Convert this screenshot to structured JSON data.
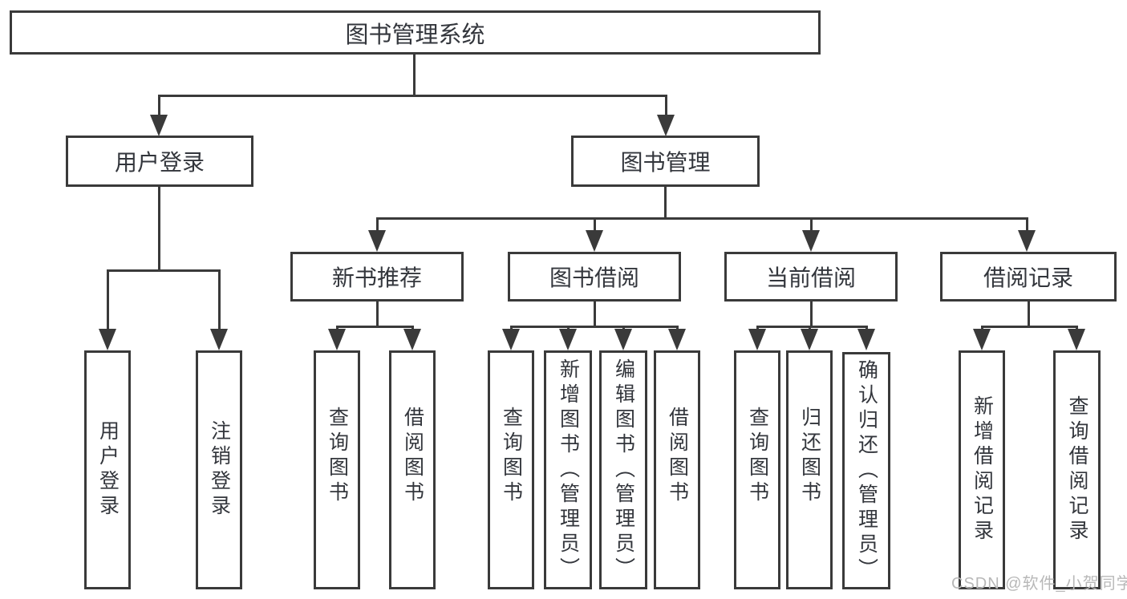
{
  "diagram": {
    "root": {
      "label": "图书管理系统"
    },
    "level2": [
      {
        "label": "用户登录"
      },
      {
        "label": "图书管理"
      }
    ],
    "level3": [
      {
        "label": "新书推荐"
      },
      {
        "label": "图书借阅"
      },
      {
        "label": "当前借阅"
      },
      {
        "label": "借阅记录"
      }
    ],
    "leaves": {
      "user_login": [
        "用户登录",
        "注销登录"
      ],
      "new_book": [
        "查询图书",
        "借阅图书"
      ],
      "book_borrow": [
        "查询图书",
        "新增图书（管理员）",
        "编辑图书（管理员）",
        "借阅图书"
      ],
      "current_borrow": [
        "查询图书",
        "归还图书",
        "确认归还（管理员）"
      ],
      "borrow_record": [
        "新增借阅记录",
        "查询借阅记录"
      ]
    }
  },
  "watermark": {
    "text": "CSDN @软件_小贺同学"
  },
  "colors": {
    "line": "#3a3a3a",
    "text": "#33363c",
    "box_bg": "#ffffff",
    "watermark": "#b8b8b8",
    "background": "#ffffff"
  }
}
